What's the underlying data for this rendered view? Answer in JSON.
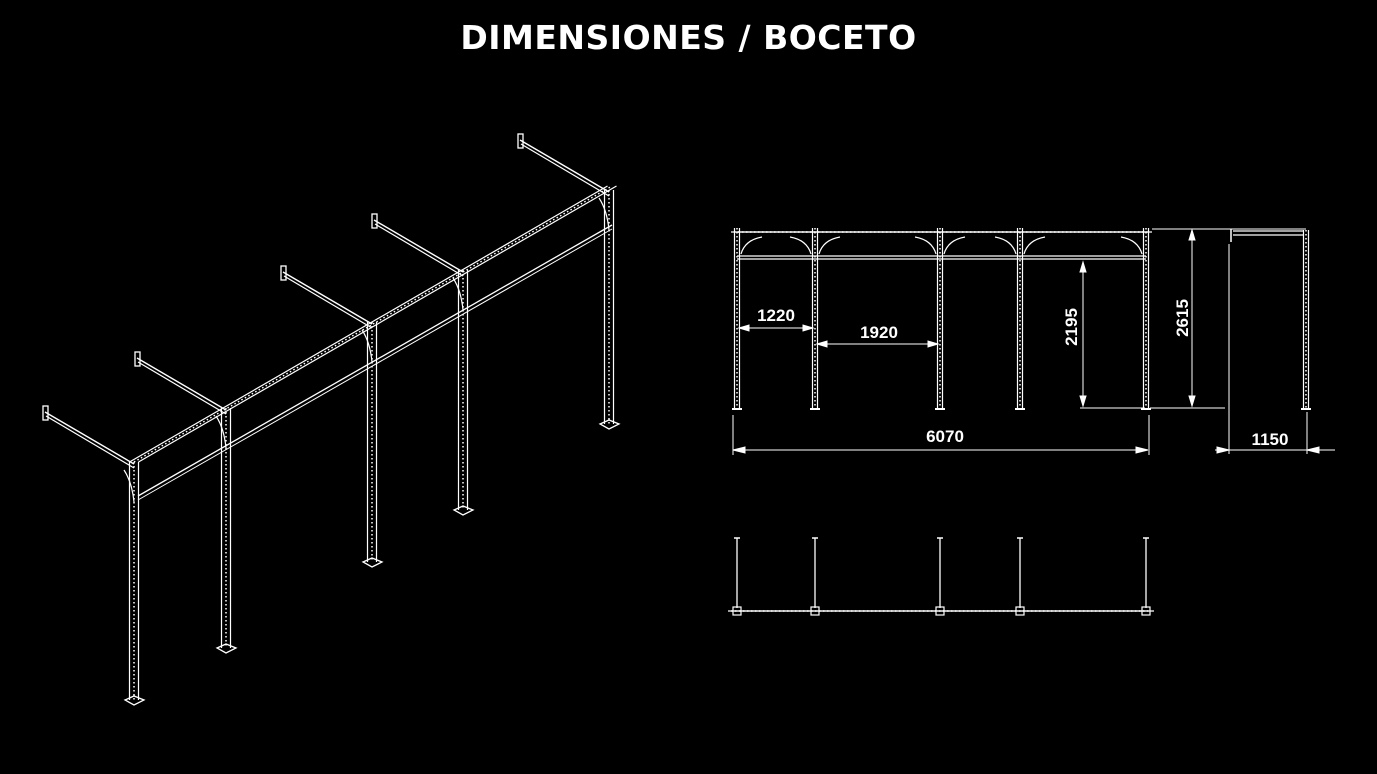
{
  "title": "DIMENSIONES / BOCETO",
  "colors": {
    "background": "#000000",
    "lines": "#ffffff"
  },
  "dimensions": {
    "end_bay_width": "1220",
    "bay_width": "1920",
    "total_length": "6070",
    "bar_height": "2195",
    "total_height": "2615",
    "depth": "1150"
  }
}
